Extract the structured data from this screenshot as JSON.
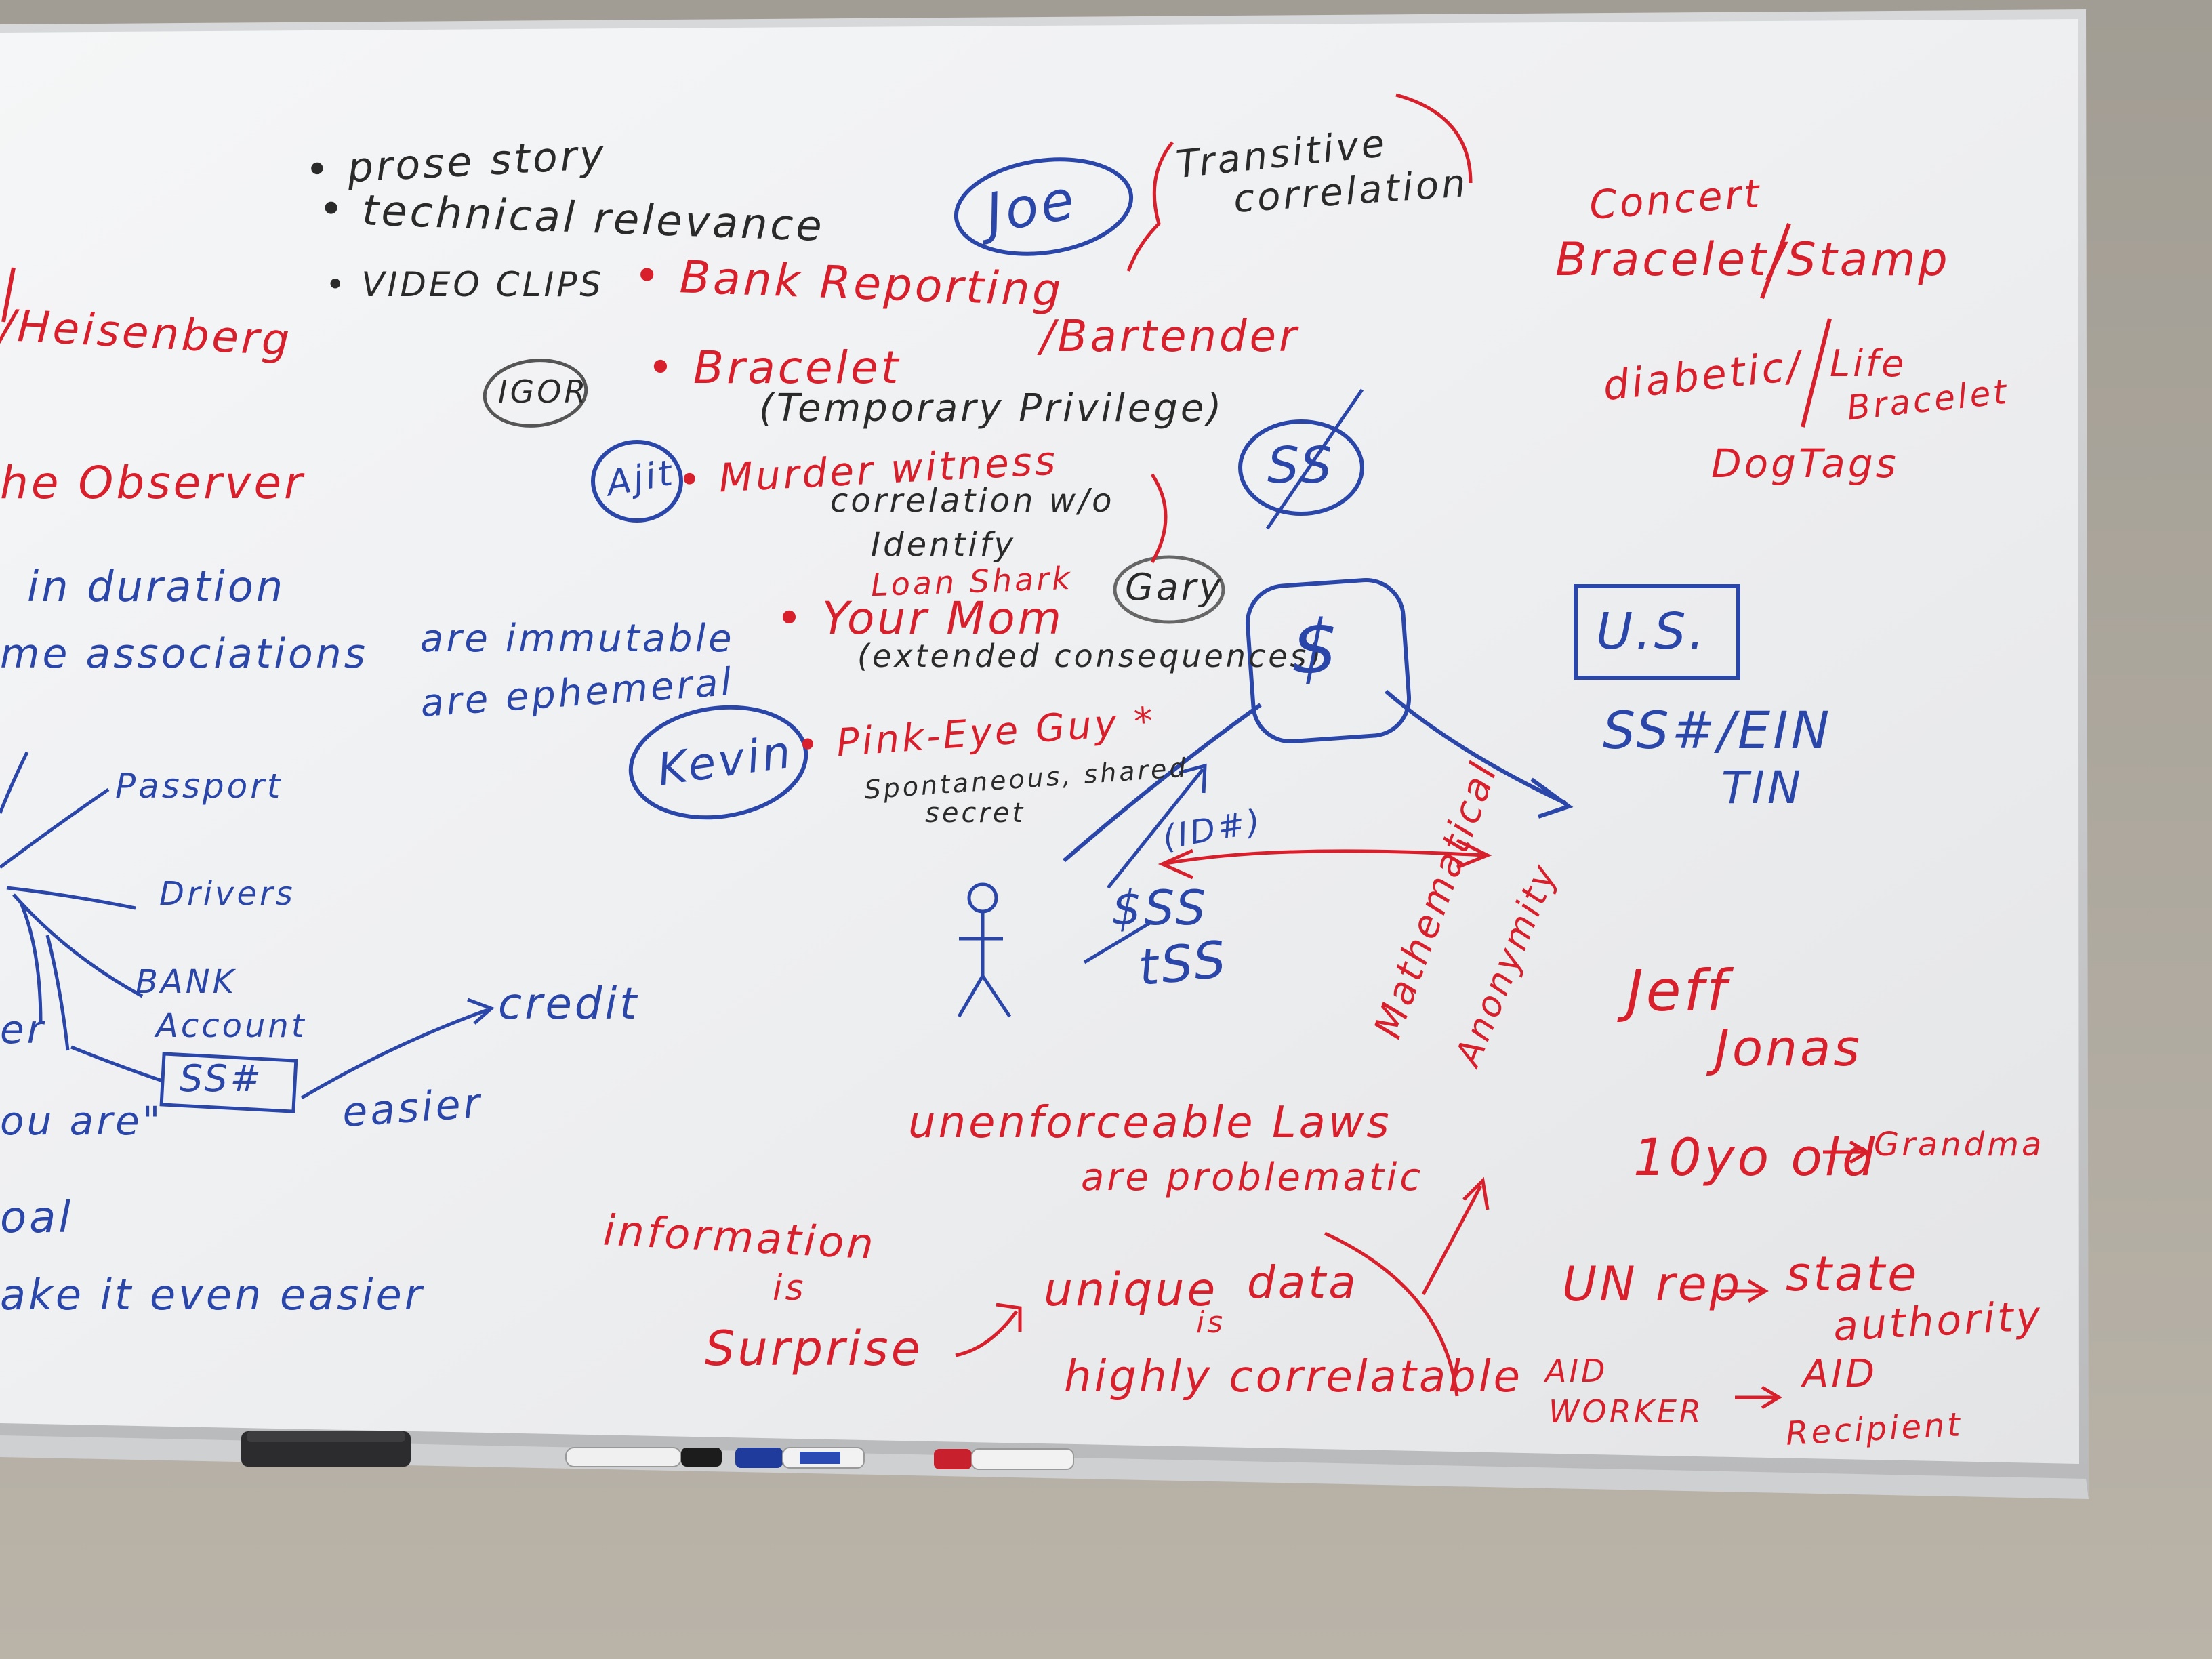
{
  "scene": {
    "subject": "Whiteboard",
    "ink_colors": {
      "red": "#d81f2c",
      "blue": "#2a46a8",
      "black": "#2a2a2a"
    }
  },
  "notes": {
    "bullet_prose": "• prose story",
    "bullet_technical": "• technical relevance",
    "bullet_video": "• VIDEO CLIPS",
    "bank_reporting": "• Bank Reporting",
    "bartender": "/Bartender",
    "heisenberg": "/Heisenberg",
    "observer": "he Observer",
    "in_duration": "in duration",
    "associations": "me associations",
    "are_immutable": "are immutable",
    "are_ephemeral": "are ephemeral",
    "joe": "Joe",
    "transitive_1": "Transitive",
    "transitive_2": "correlation",
    "igor": "IGOR",
    "bracelet": "• Bracelet",
    "temporary": "(Temporary Privilege)",
    "ajit": "Ajit",
    "murder": "• Murder witness",
    "corr_wo": "correlation w/o",
    "identify": "Identify",
    "loan_shark": "Loan Shark",
    "your_mom": "• Your Mom",
    "gary": "Gary",
    "extended": "(extended consequences)",
    "kevin": "Kevin",
    "pink_eye": "• Pink-Eye Guy *",
    "spontaneous": "Spontaneous, shared",
    "secret": "secret",
    "ss_circle": "SS",
    "dollar": "$",
    "id_num": "(ID#)",
    "dollar_ss": "$SS",
    "t_ss": "tSS",
    "us": "U.S.",
    "ss_ein": "SS#/EIN",
    "tin": "TIN",
    "concert": "Concert",
    "bracelet_stamp": "Bracelet/Stamp",
    "diabetic": "diabetic/",
    "life": "Life",
    "bracelet2": "Bracelet",
    "dogtags": "DogTags",
    "passport": "Passport",
    "drivers": "Drivers",
    "bank": "BANK",
    "account": "Account",
    "ss_hash": "SS#",
    "credit": "credit",
    "easier": "easier",
    "er": "er",
    "ou_are": "ou are\"",
    "oal": "oal",
    "make_easier": "ake it even easier",
    "unenforceable": "unenforceable Laws",
    "problematic": "are problematic",
    "mathematical": "Mathematical",
    "anonymity": "Anonymity",
    "information": "information",
    "is": "is",
    "surprise": "Surprise",
    "unique": "unique",
    "data": "data",
    "is2": "is",
    "highly": "highly correlatable",
    "jeff": "Jeff",
    "jonas": "Jonas",
    "tenyo": "10yo old",
    "grandma": "Grandma",
    "un_rep": "UN rep",
    "state": "state",
    "authority": "authority",
    "aid": "AID",
    "worker": "WORKER",
    "aid2": "AID",
    "recipient": "Recipient"
  }
}
